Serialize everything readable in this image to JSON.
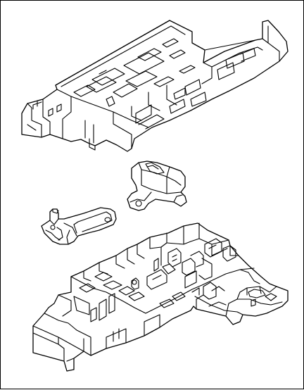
{
  "diagram": {
    "parts": [
      {
        "name": "upper-fuse-box-cover",
        "shape": "cover"
      },
      {
        "name": "relay-component",
        "shape": "relay"
      },
      {
        "name": "terminal-connector",
        "shape": "terminal"
      },
      {
        "name": "lower-fuse-box-base",
        "shape": "base"
      }
    ],
    "style": {
      "line_color": "#000000",
      "background": "#ffffff"
    }
  }
}
